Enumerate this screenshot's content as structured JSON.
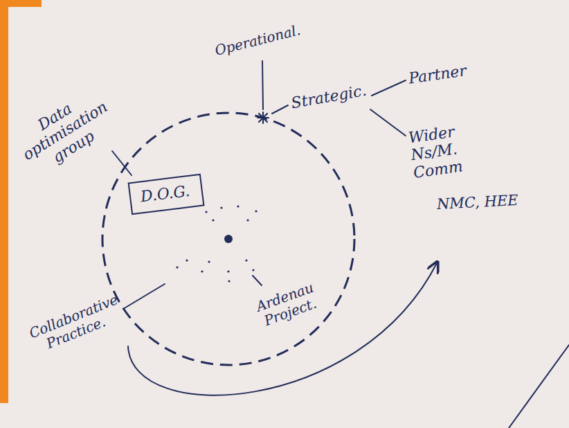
{
  "diagram": {
    "nodes": [
      {
        "text": [
          "D.O.G."
        ]
      }
    ],
    "labels": [
      "Data optimisation group",
      "Operational.",
      "Strategic.",
      "Partner",
      "Wider Ns/M. Comm",
      "NMC, HEE",
      "Collaborative Practice.",
      "Ardenau Project."
    ]
  }
}
